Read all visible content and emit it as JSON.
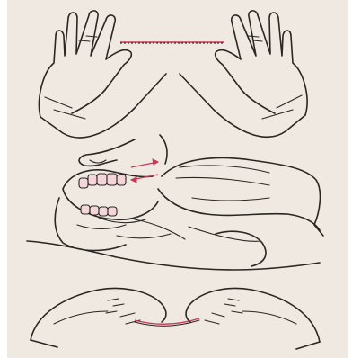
{
  "figure": {
    "panels": [
      "hands-holding-floss",
      "floss-between-teeth",
      "floss-wrapped-fingers"
    ]
  },
  "colors": {
    "paper": "#efe9e2",
    "ink": "#2a2622",
    "floss": "#c63a55"
  }
}
